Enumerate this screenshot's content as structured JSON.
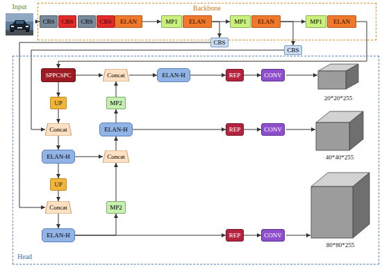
{
  "diagram": {
    "nodes": [
      {
        "text": [
          "Input"
        ]
      },
      {
        "text": [
          "Backbone"
        ]
      },
      {
        "text": [
          "CBS"
        ],
        "in": 1
      },
      {
        "text": [
          "CBS"
        ],
        "in": 1
      },
      {
        "text": [
          "CBS"
        ],
        "in": 1
      },
      {
        "text": [
          "CBS"
        ],
        "in": 1
      },
      {
        "text": [
          "ELAN"
        ],
        "in": 1
      },
      {
        "text": [
          "MP1"
        ],
        "in": 1
      },
      {
        "text": [
          "ELAN"
        ],
        "in": 1
      },
      {
        "text": [
          "MP1"
        ],
        "in": 1
      },
      {
        "text": [
          "ELAN"
        ],
        "in": 1
      },
      {
        "text": [
          "MP1"
        ],
        "in": 1
      },
      {
        "text": [
          "ELAN"
        ],
        "in": 1
      },
      {
        "text": [
          "CBS"
        ],
        "in": 1
      },
      {
        "text": [
          "CBS"
        ],
        "in": 1
      },
      {
        "text": [
          "Head"
        ]
      },
      {
        "text": [
          "SPPCSPC"
        ],
        "in": 15
      },
      {
        "text": [
          "Concat"
        ],
        "in": 15
      },
      {
        "text": [
          "ELAN-H"
        ],
        "in": 15
      },
      {
        "text": [
          "REP"
        ],
        "in": 15
      },
      {
        "text": [
          "CONV"
        ],
        "in": 15
      },
      {
        "text": [
          "UP"
        ],
        "in": 15
      },
      {
        "text": [
          "MP2"
        ],
        "in": 15
      },
      {
        "text": [
          "Concat"
        ],
        "in": 15
      },
      {
        "text": [
          "ELAN-H"
        ],
        "in": 15
      },
      {
        "text": [
          "REP"
        ],
        "in": 15
      },
      {
        "text": [
          "CONV"
        ],
        "in": 15
      },
      {
        "text": [
          "ELAN-H"
        ],
        "in": 15
      },
      {
        "text": [
          "Concat"
        ],
        "in": 15
      },
      {
        "text": [
          "UP"
        ],
        "in": 15
      },
      {
        "text": [
          "Concat"
        ],
        "in": 15
      },
      {
        "text": [
          "MP2"
        ],
        "in": 15
      },
      {
        "text": [
          "ELAN-H"
        ],
        "in": 15
      },
      {
        "text": [
          "REP"
        ],
        "in": 15
      },
      {
        "text": [
          "CONV"
        ],
        "in": 15
      }
    ],
    "edges": [
      {
        "from": 0,
        "to": 2,
        "arrow": "to"
      },
      {
        "from": 6,
        "to": 7,
        "arrow": "to"
      },
      {
        "from": 8,
        "to": 9,
        "arrow": "to"
      },
      {
        "from": 10,
        "to": 11,
        "arrow": "to"
      },
      {
        "from": 8,
        "to": 13,
        "arrow": "to"
      },
      {
        "from": 10,
        "to": 14,
        "arrow": "to"
      },
      {
        "from": 12,
        "to": 16,
        "arrow": "to"
      },
      {
        "from": 13,
        "to": 30,
        "arrow": "to"
      },
      {
        "from": 14,
        "to": 23,
        "arrow": "to"
      },
      {
        "from": 16,
        "to": 21,
        "arrow": "to"
      },
      {
        "from": 16,
        "to": 17,
        "arrow": "to"
      },
      {
        "from": 21,
        "to": 23,
        "arrow": "to"
      },
      {
        "from": 23,
        "to": 27,
        "arrow": "to"
      },
      {
        "from": 27,
        "to": 29,
        "arrow": "to"
      },
      {
        "from": 27,
        "to": 28,
        "arrow": "to"
      },
      {
        "from": 29,
        "to": 30,
        "arrow": "to"
      },
      {
        "from": 30,
        "to": 32,
        "arrow": "to"
      },
      {
        "from": 32,
        "to": 31,
        "arrow": "to"
      },
      {
        "from": 31,
        "to": 28,
        "arrow": "to"
      },
      {
        "from": 28,
        "to": 24,
        "arrow": "to"
      },
      {
        "from": 24,
        "to": 22,
        "arrow": "to"
      },
      {
        "from": 22,
        "to": 17,
        "arrow": "to"
      },
      {
        "from": 17,
        "to": 18,
        "arrow": "to"
      },
      {
        "from": 18,
        "to": 19,
        "arrow": "to"
      },
      {
        "from": 19,
        "to": 20,
        "arrow": "to"
      },
      {
        "from": 24,
        "to": 25,
        "arrow": "to"
      },
      {
        "from": 25,
        "to": 26,
        "arrow": "to"
      },
      {
        "from": 32,
        "to": 33,
        "arrow": "to"
      },
      {
        "from": 33,
        "to": 34,
        "arrow": "to"
      }
    ],
    "labels": [
      "20*20*255",
      "40*40*255",
      "80*80*255"
    ]
  }
}
